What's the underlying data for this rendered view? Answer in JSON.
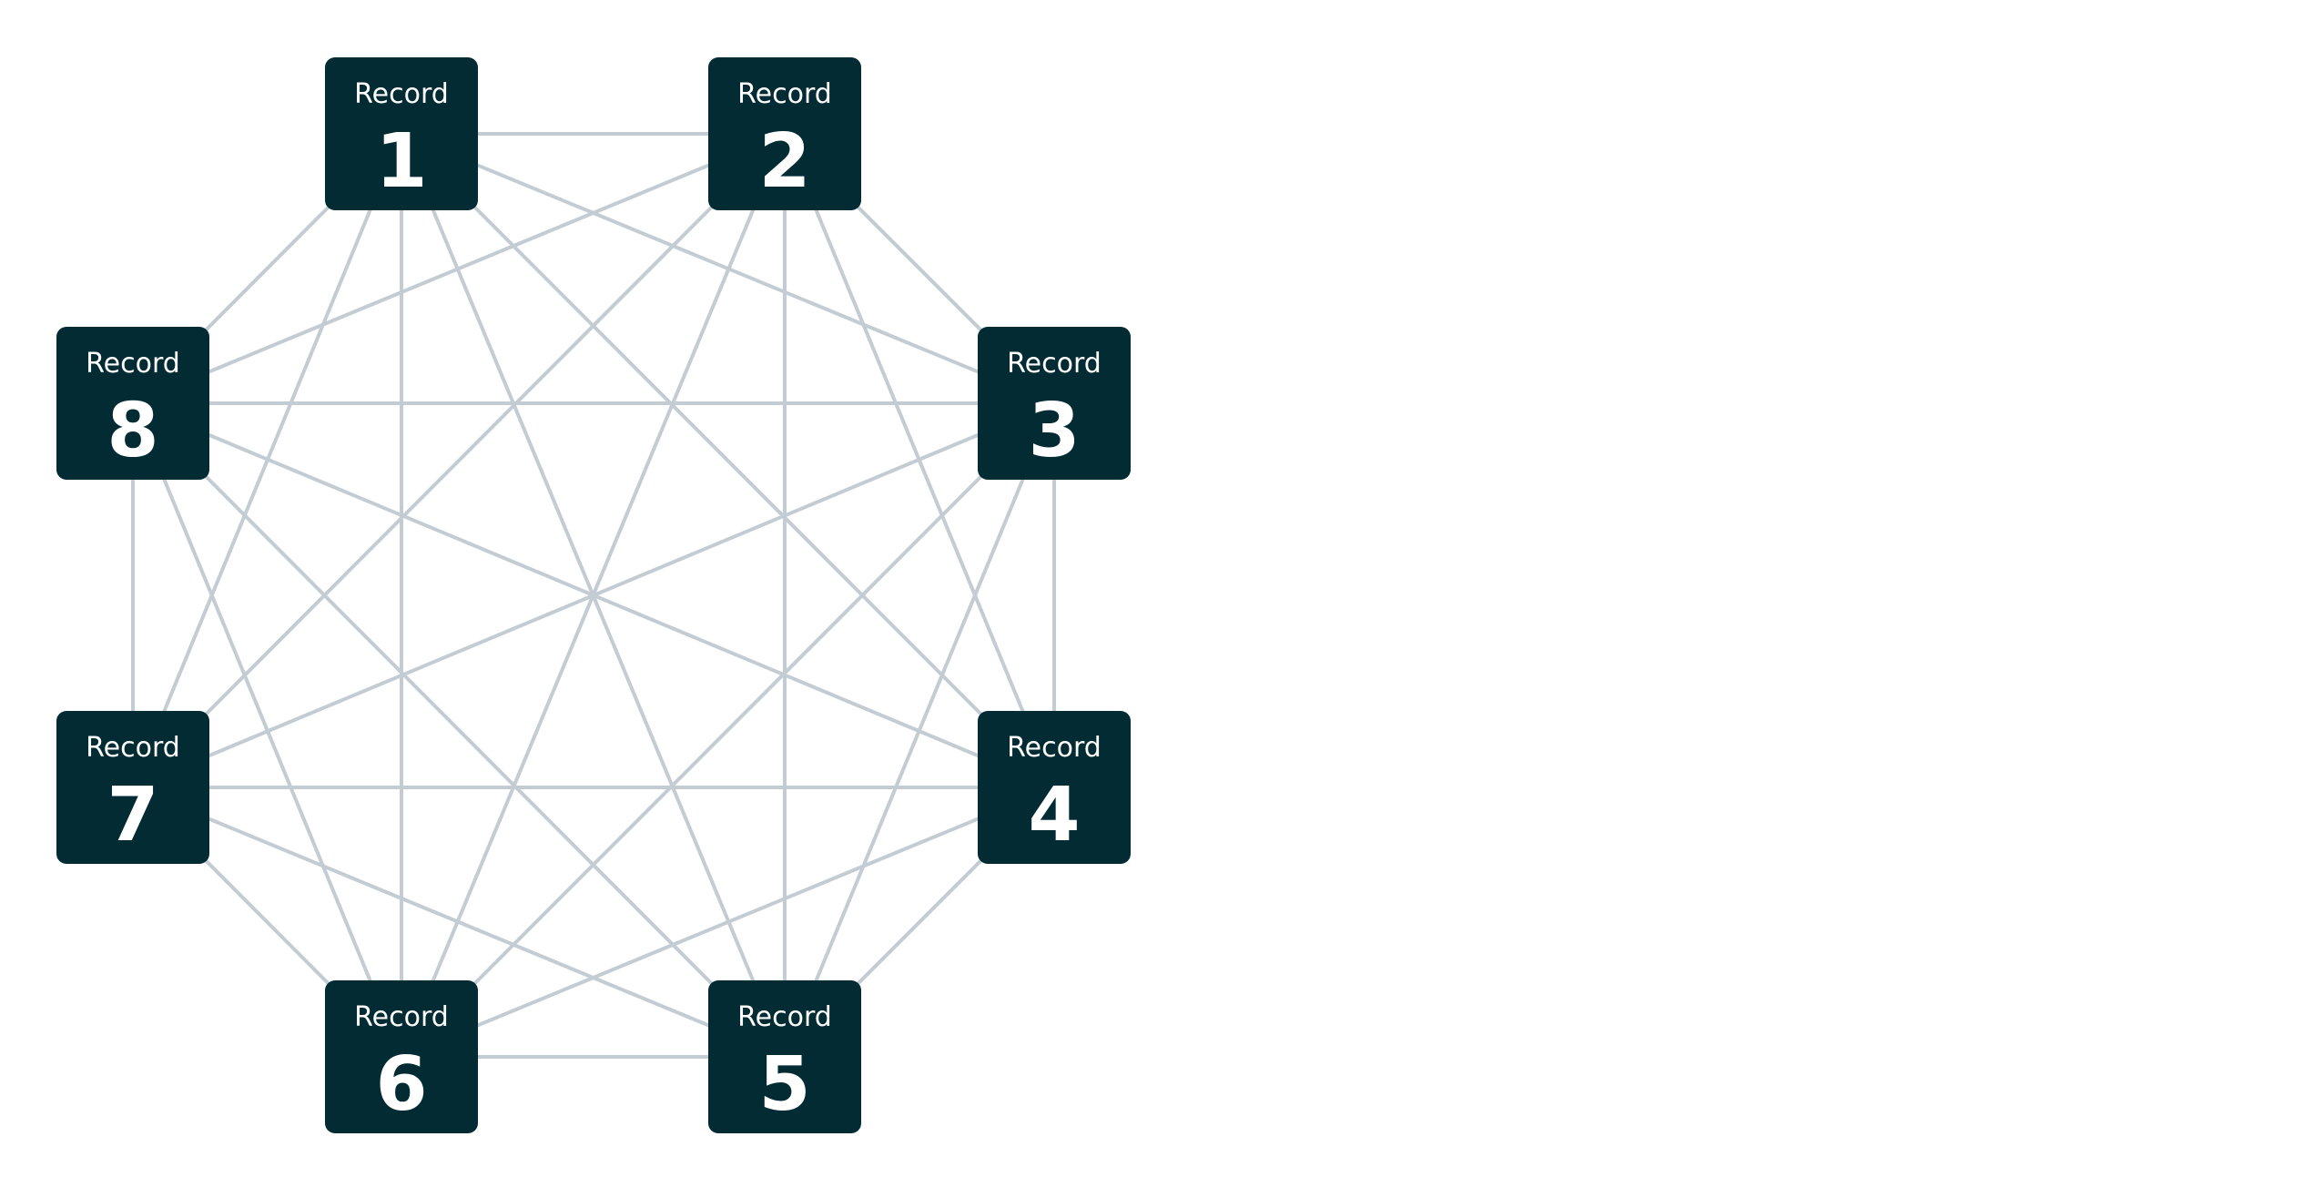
{
  "diagram": {
    "colors": {
      "background": "#ffffff",
      "node_fill": "#022b33",
      "node_text": "#ffffff",
      "edge": "#c3ccd2"
    },
    "fully_connected": true,
    "nodes": [
      {
        "id": "1",
        "label": "Record",
        "number": "1"
      },
      {
        "id": "2",
        "label": "Record",
        "number": "2"
      },
      {
        "id": "3",
        "label": "Record",
        "number": "3"
      },
      {
        "id": "4",
        "label": "Record",
        "number": "4"
      },
      {
        "id": "5",
        "label": "Record",
        "number": "5"
      },
      {
        "id": "6",
        "label": "Record",
        "number": "6"
      },
      {
        "id": "7",
        "label": "Record",
        "number": "7"
      },
      {
        "id": "8",
        "label": "Record",
        "number": "8"
      }
    ]
  }
}
